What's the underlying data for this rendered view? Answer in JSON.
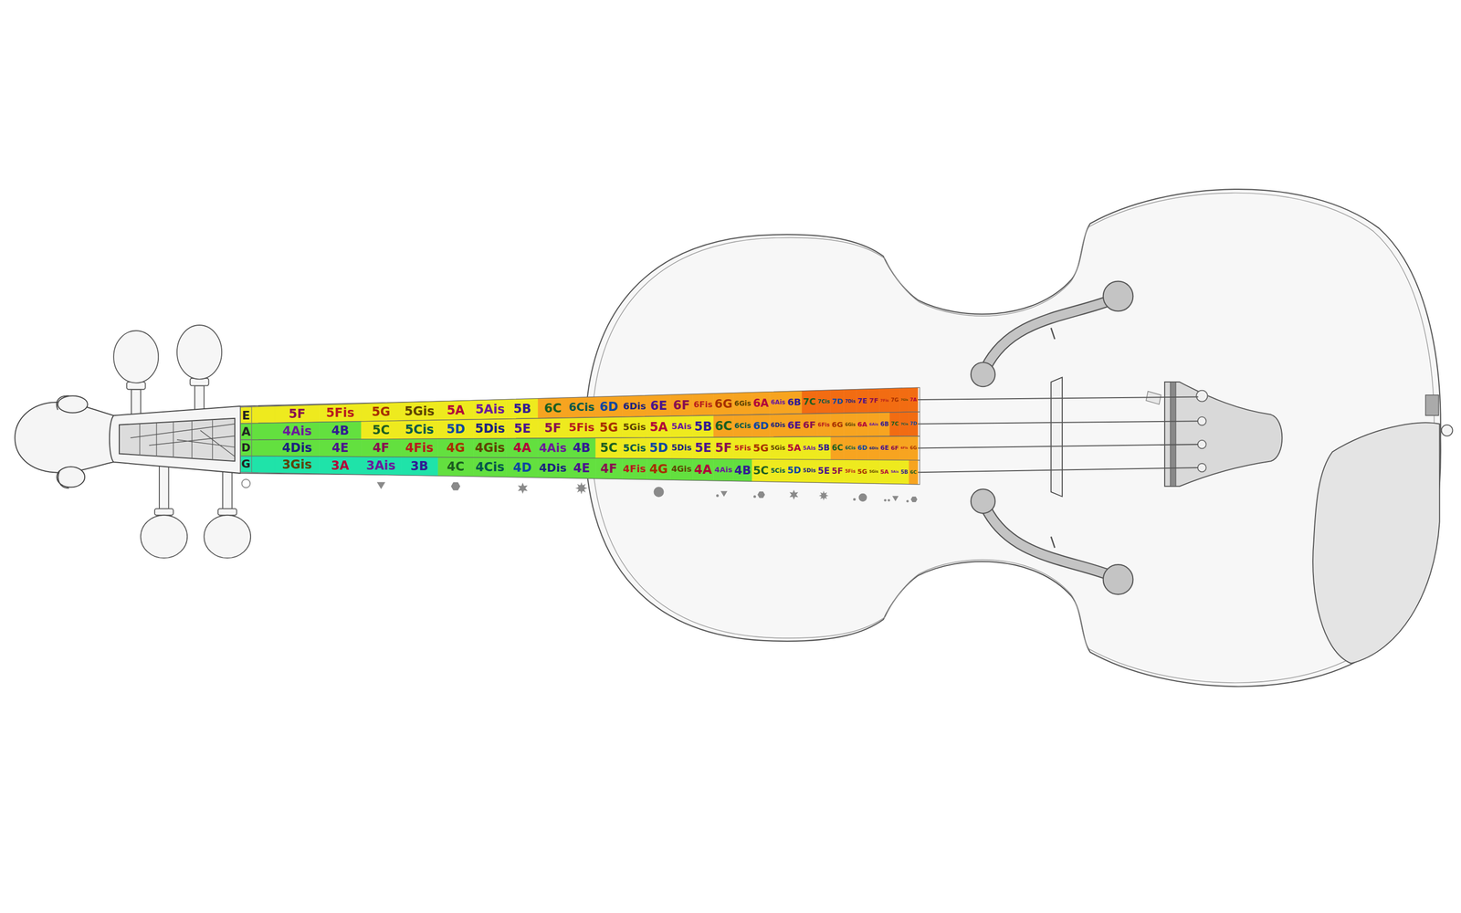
{
  "diagram": {
    "nodes": [
      {
        "text": [
          "E",
          "5F",
          "5Fis",
          "5G",
          "5Gis",
          "5A",
          "5Ais",
          "5B",
          "6C",
          "6Cis",
          "6D",
          "6Dis",
          "6E",
          "6F",
          "6Fis",
          "6G",
          "6Gis",
          "6A",
          "6Ais",
          "6B",
          "7C",
          "7Cis",
          "7D",
          "7Dis",
          "7E",
          "7F",
          "7Fis",
          "7G",
          "7Gis",
          "7A"
        ]
      },
      {
        "text": [
          "A",
          "4Ais",
          "4B",
          "5C",
          "5Cis",
          "5D",
          "5Dis",
          "5E",
          "5F",
          "5Fis",
          "5G",
          "5Gis",
          "5A",
          "5Ais",
          "5B",
          "6C",
          "6Cis",
          "6D",
          "6Dis",
          "6E",
          "6F",
          "6Fis",
          "6G",
          "6Gis",
          "6A",
          "6Ais",
          "6B",
          "7C",
          "7Cis",
          "7D"
        ]
      },
      {
        "text": [
          "D",
          "4Dis",
          "4E",
          "4F",
          "4Fis",
          "4G",
          "4Gis",
          "4A",
          "4Ais",
          "4B",
          "5C",
          "5Cis",
          "5D",
          "5Dis",
          "5E",
          "5F",
          "5Fis",
          "5G",
          "5Gis",
          "5A",
          "5Ais",
          "5B",
          "6C",
          "6Cis",
          "6D",
          "6Dis",
          "6E",
          "6F",
          "6Fis",
          "6G"
        ]
      },
      {
        "text": [
          "G",
          "3Gis",
          "3A",
          "3Ais",
          "3B",
          "4C",
          "4Cis",
          "4D",
          "4Dis",
          "4E",
          "4F",
          "4Fis",
          "4G",
          "4Gis",
          "4A",
          "4Ais",
          "4B",
          "5C",
          "5Cis",
          "5D",
          "5Dis",
          "5E",
          "5F",
          "5Fis",
          "5G",
          "5Gis",
          "5A",
          "5Ais",
          "5B",
          "6C"
        ]
      }
    ]
  }
}
